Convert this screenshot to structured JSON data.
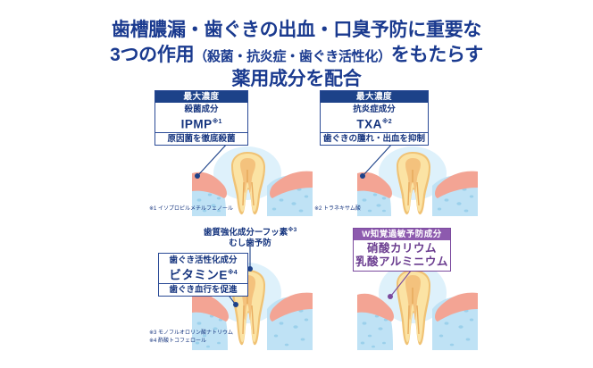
{
  "headline": {
    "line1": "歯槽膿漏・歯ぐきの出血・口臭予防に重要な",
    "line2_a": "3つの作用",
    "line2_b": "（殺菌・抗炎症・歯ぐき活性化）",
    "line2_c": "をもたらす",
    "line3": "薬用成分を配合"
  },
  "callouts": {
    "bactericidal": {
      "header": "最大濃度",
      "subtitle": "殺菌成分",
      "main": "IPMP",
      "main_sup": "※1",
      "effect": "原因菌を徹底殺菌"
    },
    "antiinflammatory": {
      "header": "最大濃度",
      "subtitle": "抗炎症成分",
      "main": "TXA",
      "main_sup": "※2",
      "effect": "歯ぐきの腫れ・出血を抑制"
    },
    "fluoride": {
      "line1": "歯質強化成分ーフッ素",
      "line1_sup": "※3",
      "line2": "むし歯予防"
    },
    "vitamin_e": {
      "subtitle": "歯ぐき活性化成分",
      "main": "ビタミンE",
      "main_sup": "※4",
      "effect": "歯ぐき血行を促進"
    },
    "hypersensitivity": {
      "header": "W知覚過敏予防成分",
      "ingredient1": "硝酸カリウム",
      "ingredient2": "乳酸アルミニウム"
    }
  },
  "footnotes": {
    "note1": "※1 イソプロピルメチルフェノール",
    "note2": "※2 トラネキサム酸",
    "note3": "※3 モノフルオロリン酸ナトリウム",
    "note4": "※4 酢酸トコフェロール"
  },
  "colors": {
    "headline_navy": "#1a3a8f",
    "box_border_navy": "#2a4a96",
    "box_header_navy": "#1d4289",
    "purple_border": "#7b4a9e",
    "purple_header": "#8d5aae",
    "tooth_enamel": "#fbe3a4",
    "tooth_dentin": "#f5c77e",
    "gum_pink": "#f0a090",
    "bone_blue": "#bfe2f5",
    "background": "#ffffff"
  },
  "illustrations": [
    {
      "name": "tooth-diagram-bactericidal"
    },
    {
      "name": "tooth-diagram-antiinflammatory"
    },
    {
      "name": "tooth-diagram-vitamin-e"
    },
    {
      "name": "tooth-diagram-hypersensitivity"
    }
  ]
}
